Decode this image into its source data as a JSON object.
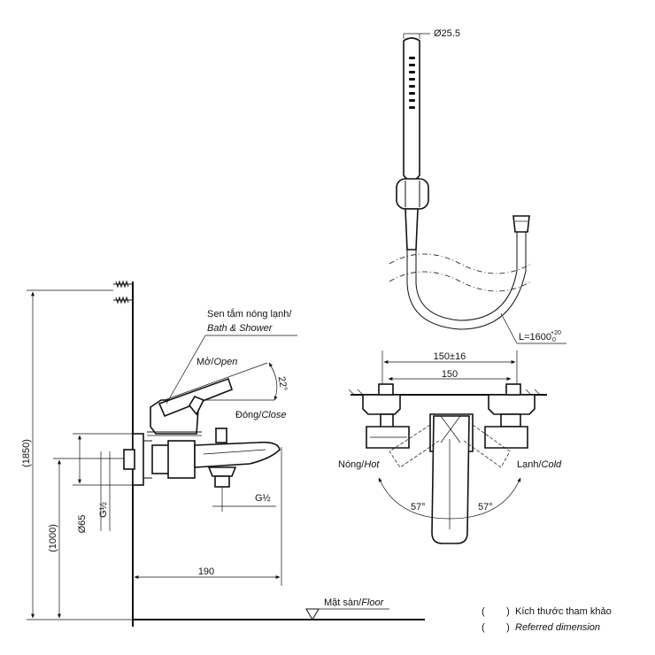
{
  "labels": {
    "shower_diameter": "Ø25.5",
    "hose_length": "L=1600",
    "hose_length_tol_plus": "+20",
    "hose_length_tol_minus": "0",
    "outlet_vi": "Sen tắm nóng lạnh/",
    "outlet_en": "Bath & Shower",
    "open_vi": "Mở/",
    "open_en": "Open",
    "close_vi": "Đóng/",
    "close_en": "Close",
    "lever_angle": "22°",
    "hot_vi": "Nóng/",
    "hot_en": "Hot",
    "cold_vi": "Lạnh/",
    "cold_en": "Cold",
    "angle_left": "57°",
    "angle_right": "57°",
    "floor_vi": "Mặt sàn/",
    "floor_en": "Floor"
  },
  "dimensions": {
    "total_height": "(1850)",
    "inlet_height": "(1000)",
    "escutcheon_dia": "Ø65",
    "inlet_thread": "G½",
    "spout_thread": "G½",
    "projection": "190",
    "centers_range": "150±16",
    "centers": "150"
  },
  "legend": {
    "bracket": "(        )",
    "ref_vi": "Kích thước tham khảo",
    "ref_en": "Referred dimension"
  }
}
